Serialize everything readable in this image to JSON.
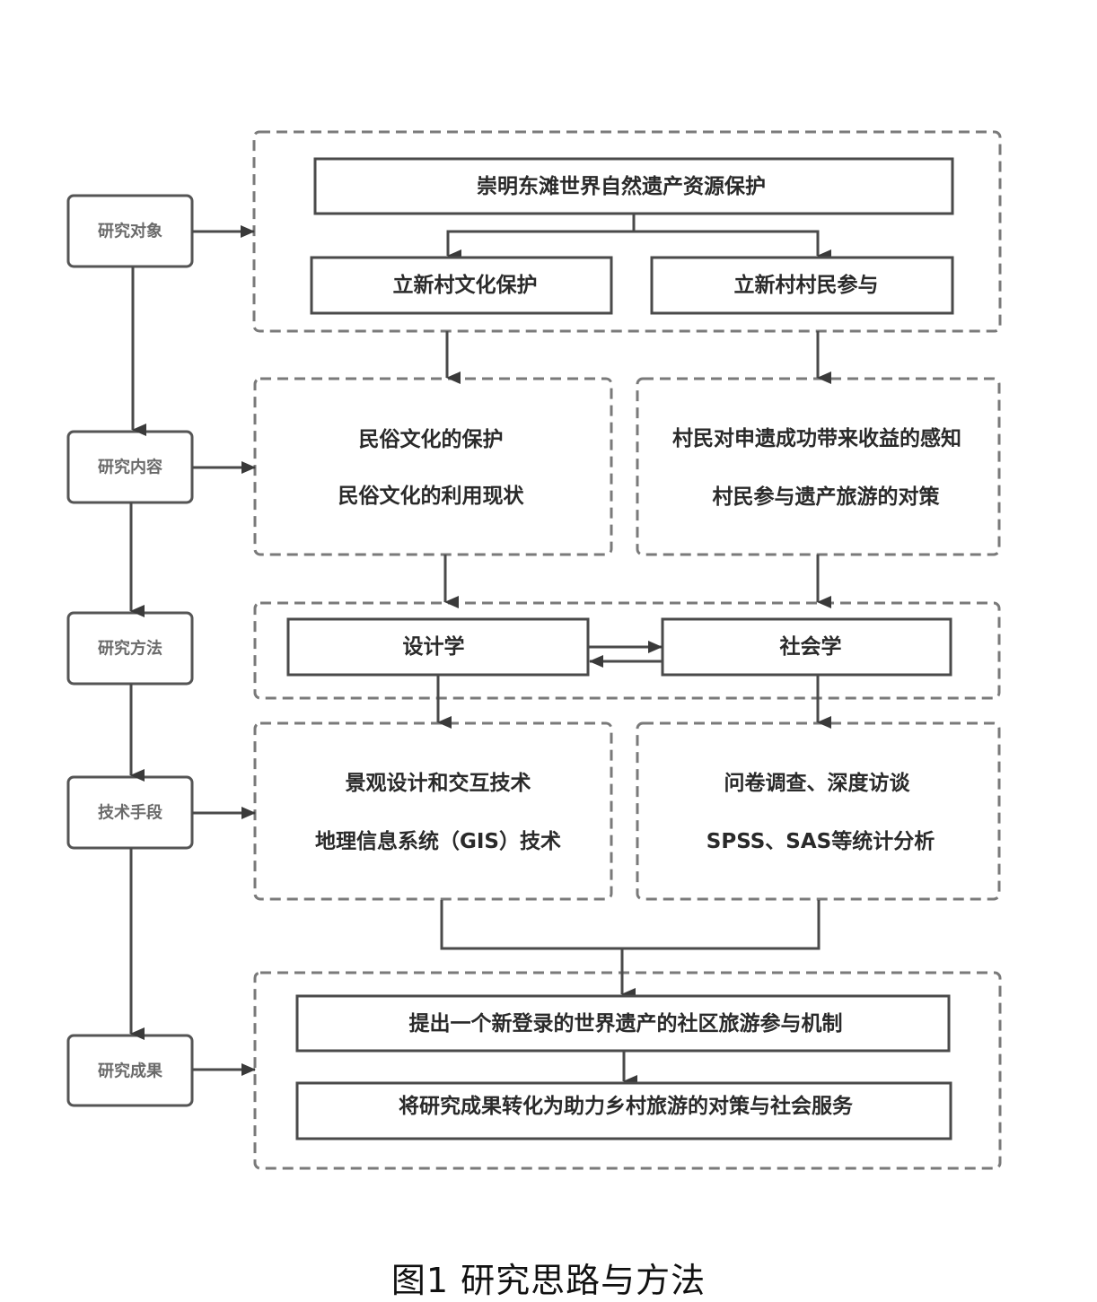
{
  "figure": {
    "caption": "图1  研究思路与方法"
  },
  "stages": [
    {
      "id": "object",
      "label": "研究对象"
    },
    {
      "id": "content",
      "label": "研究内容"
    },
    {
      "id": "method",
      "label": "研究方法"
    },
    {
      "id": "technique",
      "label": "技术手段"
    },
    {
      "id": "result",
      "label": "研究成果"
    }
  ],
  "nodes": {
    "heritage_protection": "崇明东滩世界自然遗产资源保护",
    "culture_protection": "立新村文化保护",
    "villager_participation": "立新村村民参与",
    "folk_culture": [
      "民俗文化的保护",
      "民俗文化的利用现状"
    ],
    "villager_perception": [
      "村民对申遗成功带来收益的感知",
      "村民参与遗产旅游的对策"
    ],
    "design": "设计学",
    "sociology": "社会学",
    "design_tech": [
      "景观设计和交互技术",
      "地理信息系统（GIS）技术"
    ],
    "social_tech": [
      "问卷调查、深度访谈",
      "SPSS、SAS等统计分析"
    ],
    "mechanism": "提出一个新登录的世界遗产的社区旅游参与机制",
    "transform": "将研究成果转化为助力乡村旅游的对策与社会服务"
  }
}
